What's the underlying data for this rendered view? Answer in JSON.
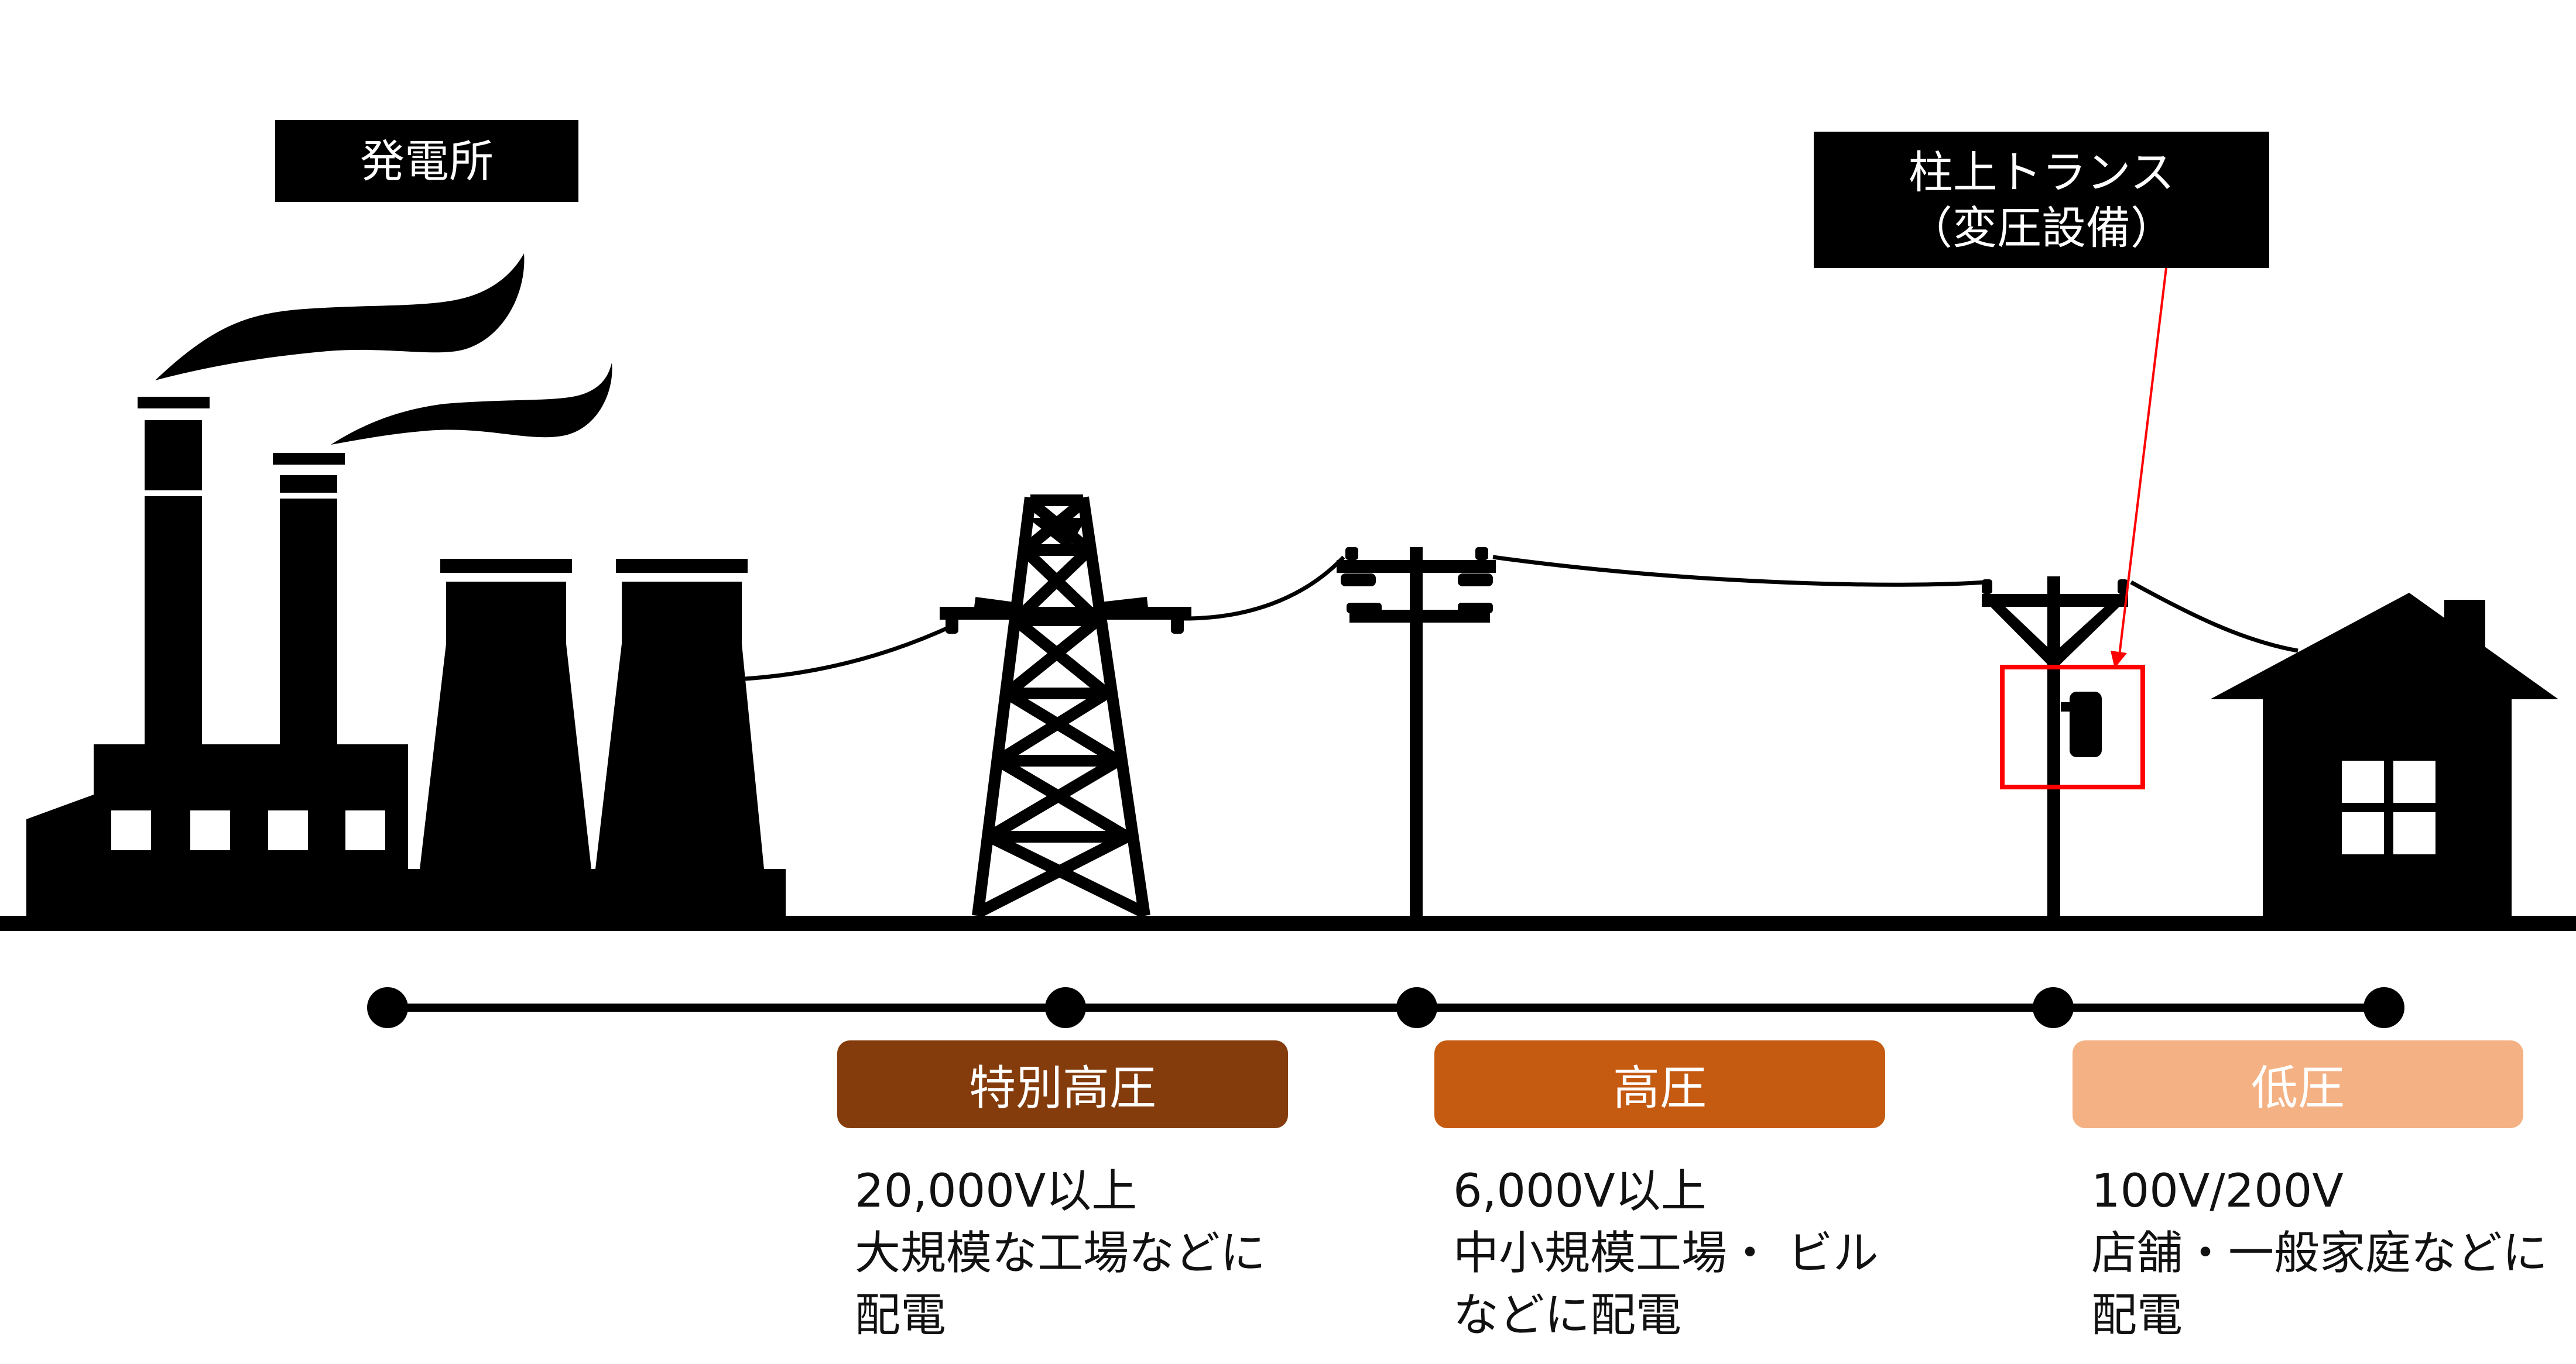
{
  "labels": {
    "plant": "発電所",
    "transformer_line1": "柱上トランス",
    "transformer_line2": "（変圧設備）"
  },
  "tiers": [
    {
      "name": "特別高圧",
      "color": "#843c0c",
      "lines": [
        "20,000V以上",
        "大規模な工場などに",
        "配電"
      ]
    },
    {
      "name": "高圧",
      "color": "#c55a11",
      "lines": [
        "6,000V以上",
        "中小規模工場・ ビル",
        "などに配電"
      ]
    },
    {
      "name": "低圧",
      "color": "#f4b183",
      "lines": [
        "100V/200V",
        "店舗・一般家庭などに",
        "配電"
      ]
    }
  ],
  "icons": [
    "power-plant-icon",
    "transmission-tower-icon",
    "utility-pole-icon",
    "transformer-pole-icon",
    "house-icon"
  ],
  "colors": {
    "ink": "#000000",
    "highlight": "#ff0000",
    "background": "#ffffff"
  }
}
